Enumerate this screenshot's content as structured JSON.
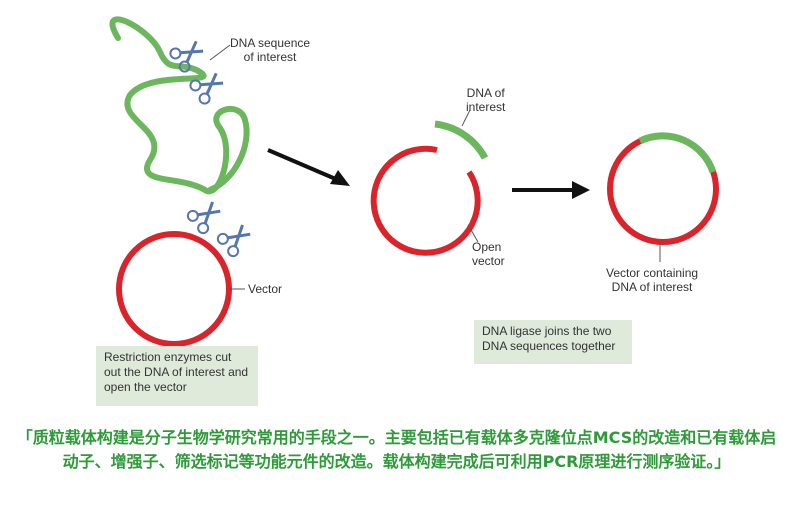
{
  "labels": {
    "dna_sequence": "DNA sequence\nof interest",
    "vector": "Vector",
    "dna_of_interest": "DNA of\ninterest",
    "open_vector": "Open\nvector",
    "vector_containing": "Vector containing\nDNA of interest"
  },
  "boxes": {
    "restriction": "Restriction enzymes cut out the DNA of interest and open the vector",
    "ligase": "DNA ligase joins the two DNA sequences together"
  },
  "footer": "「质粒载体构建是分子生物学研究常用的手段之一。主要包括已有载体多克隆位点MCS的改造和已有载体启动子、增强子、筛选标记等功能元件的改造。载体构建完成后可利用PCR原理进行测序验证。」",
  "colors": {
    "green": "#6cb65e",
    "red": "#d9242b",
    "arrow": "#111111",
    "box_bg": "#dfeadb",
    "footer_text": "#2f9a3a"
  },
  "icons": [
    "scissors-icon"
  ]
}
